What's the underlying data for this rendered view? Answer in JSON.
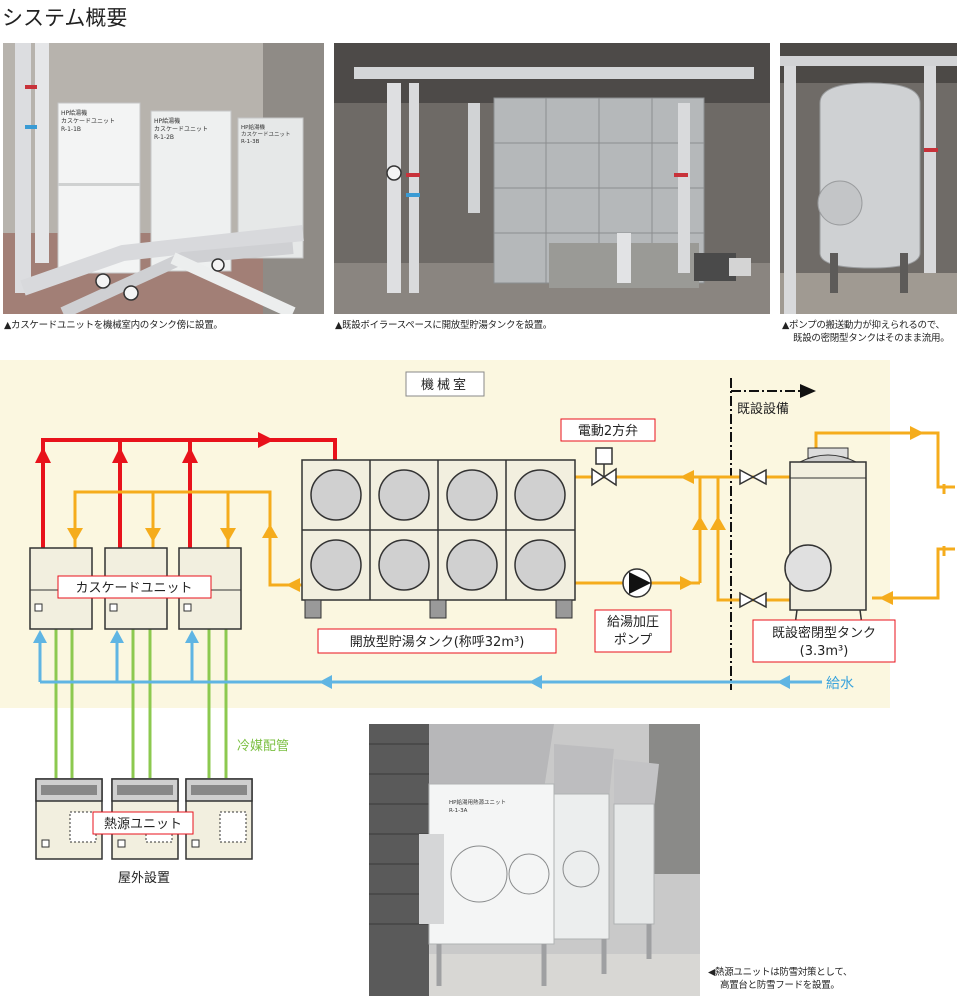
{
  "page": {
    "title": "システム概要"
  },
  "photos": [
    {
      "caption": "▲カスケードユニットを機械室内のタンク傍に設置。"
    },
    {
      "caption": "▲既設ボイラースペースに開放型貯湯タンクを設置。"
    },
    {
      "caption_lines": [
        "▲ポンプの搬送動力が抑えられるので、",
        "既設の密閉型タンクはそのまま流用。"
      ]
    },
    {
      "caption_lines": [
        "◀熱源ユニットは防雪対策として、",
        "高置台と防雪フードを設置。"
      ]
    }
  ],
  "photo_unit_labels": [
    [
      "HP給湯機",
      "カスケードユニット",
      "R-1-1B"
    ],
    [
      "HP給湯機",
      "カスケードユニット",
      "R-1-2B"
    ],
    [
      "HP給湯機",
      "カスケードユニット",
      "R-1-3B"
    ],
    [
      "HP給湯用熱源ユニット",
      "R-1-3A"
    ]
  ],
  "diagram": {
    "room_label": "機械室",
    "existing_label": "既設設備",
    "valve_label": "電動2方弁",
    "cascade_label": "カスケードユニット",
    "tank_label": "開放型貯湯タンク(称呼32m³)",
    "pump_label_lines": [
      "給湯加圧",
      "ポンプ"
    ],
    "closed_tank_label_lines": [
      "既設密閉型タンク",
      "(3.3m³)"
    ],
    "water_supply_label": "給水",
    "refrigerant_label": "冷媒配管",
    "heat_source_label": "熱源ユニット",
    "outdoor_label": "屋外設置"
  },
  "colors": {
    "room_bg": "#fbf7e0",
    "hot_pipe": "#e8121b",
    "warm_pipe": "#f5ac1c",
    "supply_pipe": "#5fb5e3",
    "refrigerant_pipe": "#8cc94f",
    "unit_fill": "#f2efdf"
  }
}
